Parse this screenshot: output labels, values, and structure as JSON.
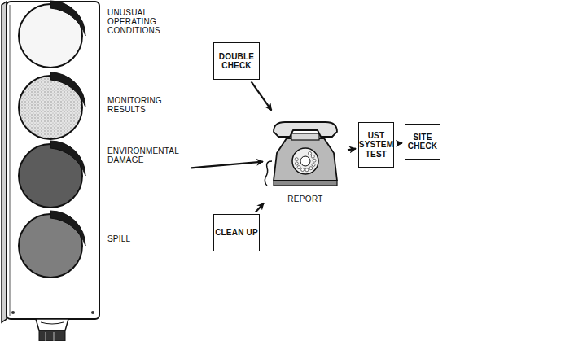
{
  "diagram": {
    "nodes": [
      {
        "text": [
          "UNUSUAL OPERATING CONDITIONS"
        ]
      },
      {
        "text": [
          "MONITORING RESULTS"
        ]
      },
      {
        "text": [
          "ENVIRONMENTAL DAMAGE"
        ]
      },
      {
        "text": [
          "SPILL"
        ]
      },
      {
        "text": [
          "DOUBLE CHECK"
        ]
      },
      {
        "text": [
          "CLEAN UP"
        ]
      },
      {
        "text": [
          "REPORT"
        ]
      },
      {
        "text": [
          "UST SYSTEM TEST"
        ]
      },
      {
        "text": [
          "SITE CHECK"
        ]
      }
    ],
    "edges": [
      {
        "from": 4,
        "to": 6,
        "arrow": "to"
      },
      {
        "from": 2,
        "to": 6,
        "arrow": "to"
      },
      {
        "from": 5,
        "to": 6,
        "arrow": "to"
      },
      {
        "from": 6,
        "to": 7,
        "arrow": "to"
      },
      {
        "from": 7,
        "to": 8,
        "arrow": "to"
      }
    ]
  }
}
